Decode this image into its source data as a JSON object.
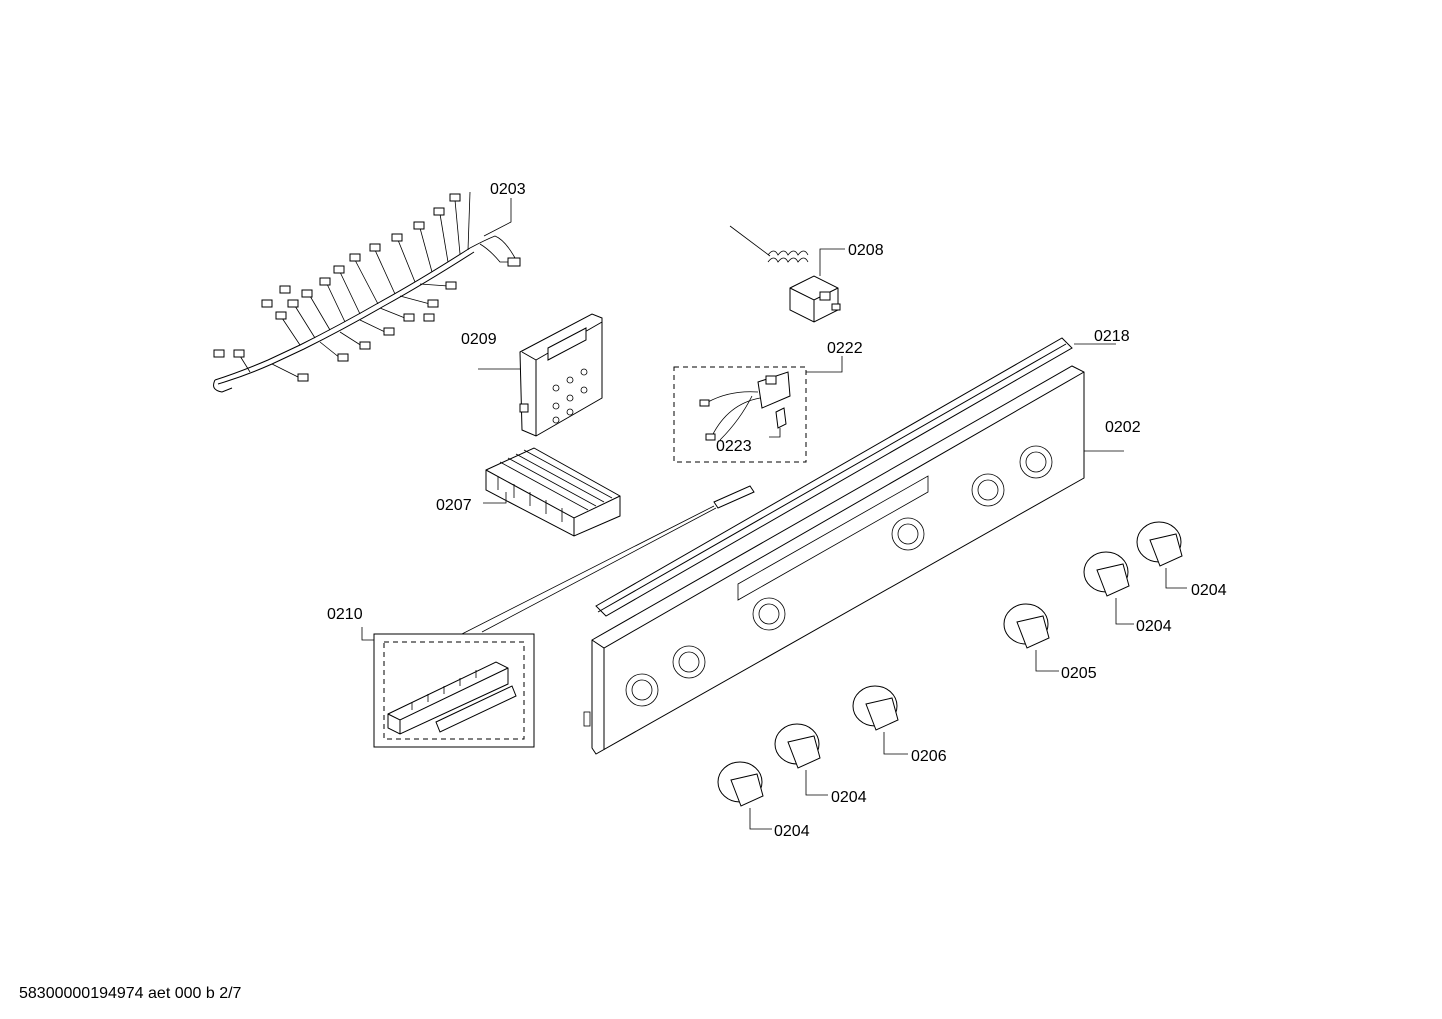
{
  "labels": {
    "harness": "0203",
    "thermostat": "0208",
    "module_bracket": "0209",
    "switch_assembly": "0222",
    "switch_cap": "0223",
    "trim_strip": "0218",
    "control_panel": "0202",
    "terminal_block": "0207",
    "connector_box": "0210",
    "knob_1": "0204",
    "knob_2": "0204",
    "knob_3": "0205",
    "knob_4": "0206",
    "knob_5": "0204",
    "knob_6": "0204"
  },
  "footer": "58300000194974 aet 000 b 2/7",
  "colors": {
    "line": "#000000",
    "background": "#ffffff"
  }
}
